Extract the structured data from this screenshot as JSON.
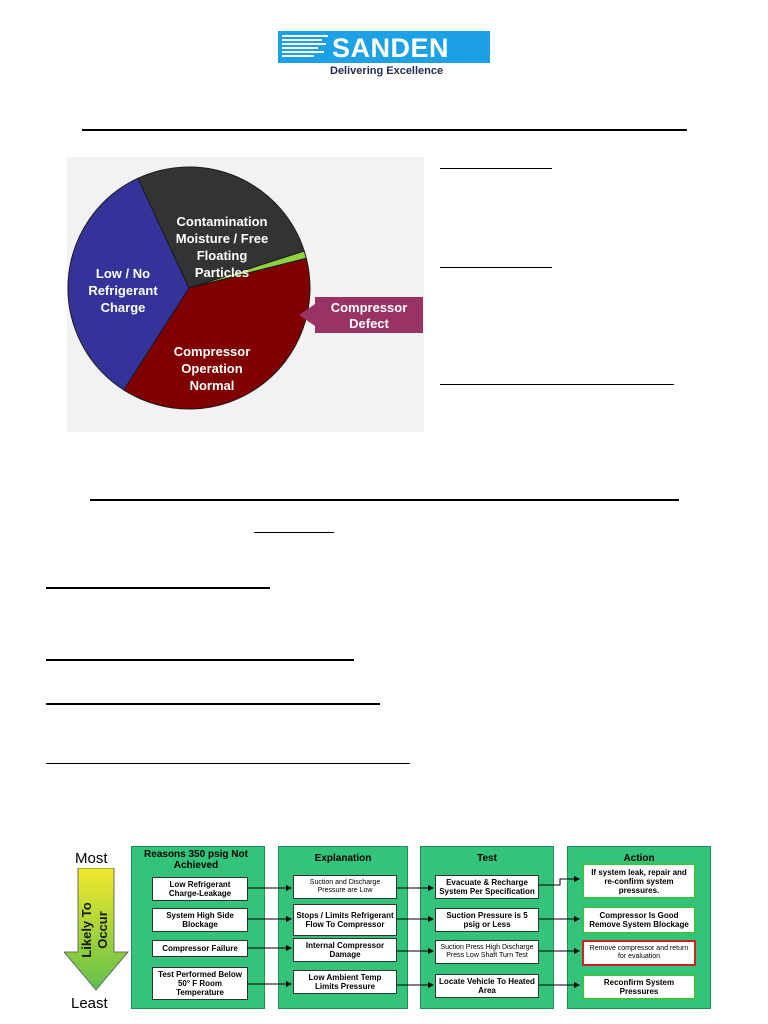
{
  "header": {
    "brand": "SANDEN",
    "tagline": "Delivering Excellence"
  },
  "chart_data": {
    "type": "pie",
    "categories": [
      "Contamination Moisture / Free Floating Particles",
      "Compressor Defect",
      "Compressor Operation Normal",
      "Low / No Refrigerant Charge"
    ],
    "values": [
      27,
      1,
      38,
      34
    ],
    "colors": [
      "#333333",
      "#8fd13f",
      "#800000",
      "#333399"
    ],
    "labels": [
      [
        "Contamination",
        "Moisture / Free",
        "Floating",
        "Particles"
      ],
      [
        "Compressor",
        "Defect"
      ],
      [
        "Compressor",
        "Operation",
        "Normal"
      ],
      [
        "Low / No",
        "Refrigerant",
        "Charge"
      ]
    ],
    "callout_color": "#993366"
  },
  "flowchart": {
    "scale_top": "Most",
    "scale_bottom": "Least",
    "scale_arrow_text": [
      "Likely To",
      "Occur"
    ],
    "columns": [
      {
        "header": "Reasons 350 psig Not Achieved",
        "boxes": [
          "Low Refrigerant Charge-Leakage",
          "System High Side Blockage",
          "Compressor Failure",
          "Test Performed Below 50° F Room Temperature"
        ]
      },
      {
        "header": "Explanation",
        "boxes": [
          "Suction and Discharge Pressure are Low",
          "Stops / Limits Refrigerant Flow To Compressor",
          "Internal Compressor Damage",
          "Low Ambient Temp Limits Pressure"
        ]
      },
      {
        "header": "Test",
        "boxes": [
          "Evacuate & Recharge System Per Specification",
          "Suction Pressure is 5 psig or Less",
          "Suction Press High Discharge Press Low Shaft Turn Test",
          "Locate Vehicle To Heated Area"
        ]
      },
      {
        "header": "Action",
        "boxes": [
          "If system leak, repair and re-confirm system pressures.",
          "Compressor Is Good Remove System Blockage",
          "Remove compressor and return for evaluation",
          "Reconfirm System Pressures"
        ]
      }
    ]
  }
}
